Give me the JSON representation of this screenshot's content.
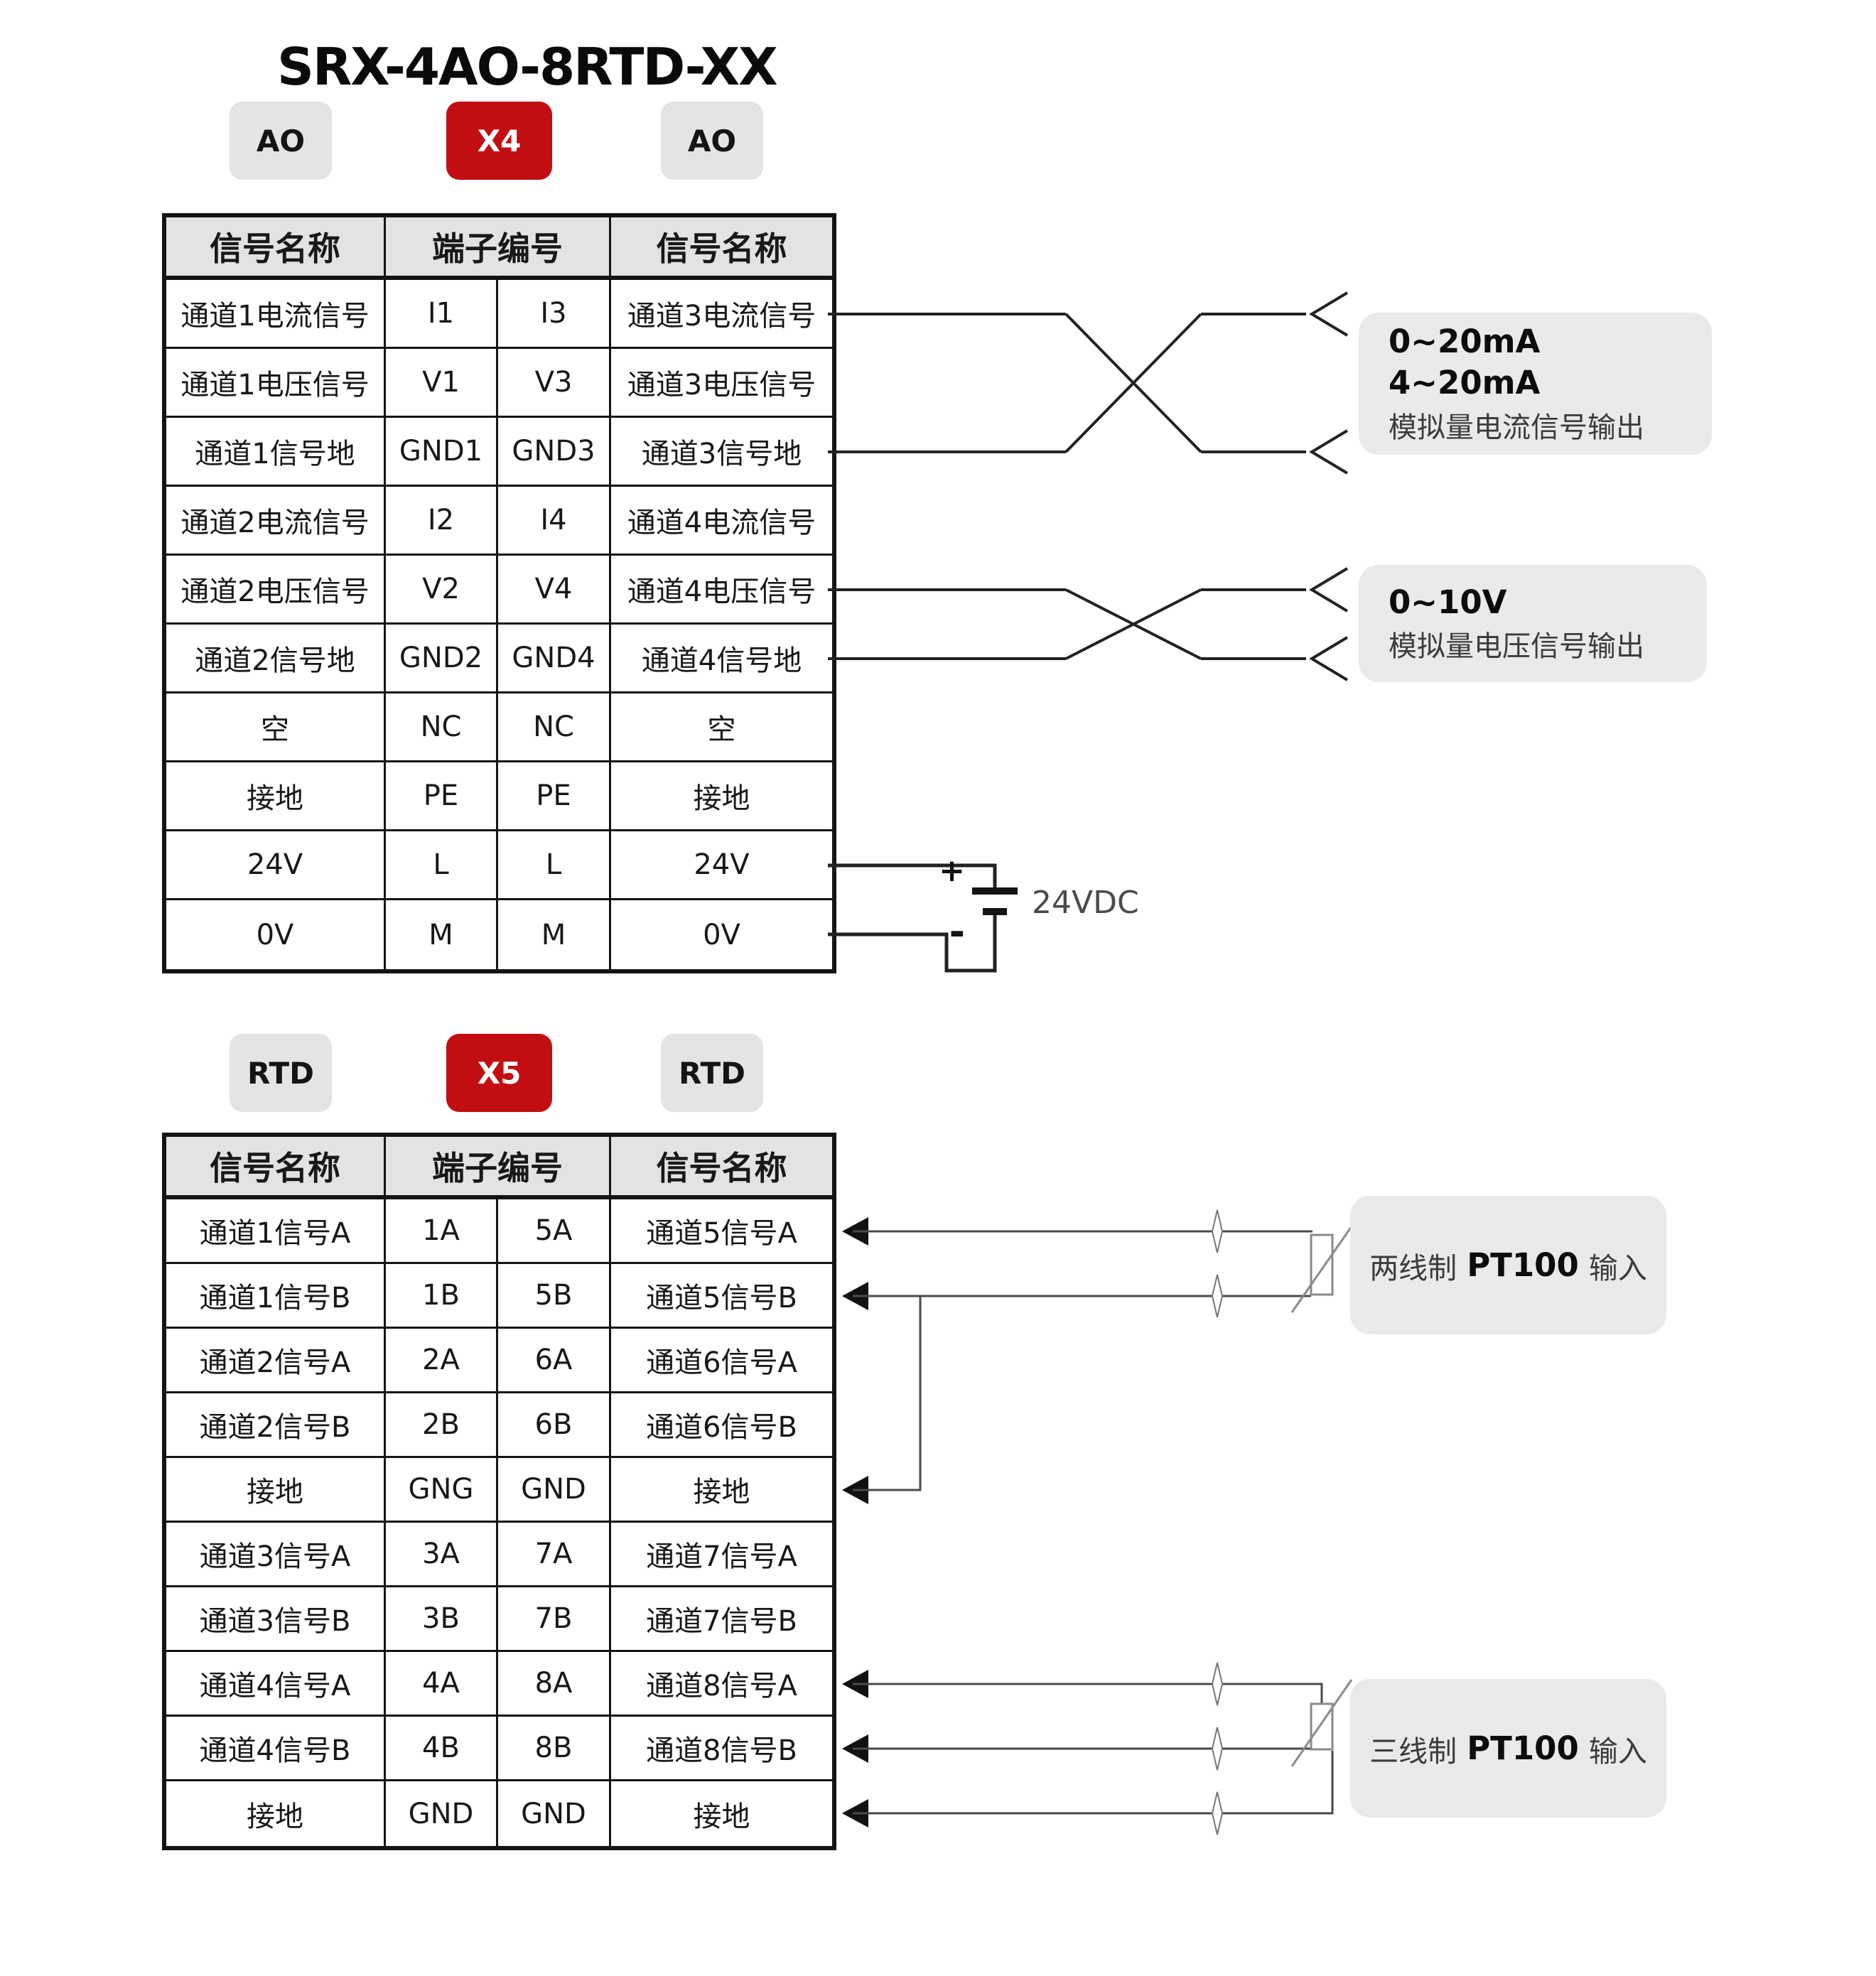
{
  "title": "SRX-4AO-8RTD-XX",
  "colors": {
    "badge_red": "#c20e12",
    "badge_gray": "#e4e4e4",
    "header_gray": "#e3e3e3",
    "note_gray": "#eaeaea",
    "wire_black": "#222222",
    "wire_gray": "#4a4a4a"
  },
  "ao": {
    "badges": [
      "AO",
      "X4",
      "AO"
    ],
    "table": {
      "headers": [
        "信号名称",
        "端子编号",
        "信号名称"
      ],
      "rows": [
        [
          "通道1电流信号",
          "I1",
          "I3",
          "通道3电流信号"
        ],
        [
          "通道1电压信号",
          "V1",
          "V3",
          "通道3电压信号"
        ],
        [
          "通道1信号地",
          "GND1",
          "GND3",
          "通道3信号地"
        ],
        [
          "通道2电流信号",
          "I2",
          "I4",
          "通道4电流信号"
        ],
        [
          "通道2电压信号",
          "V2",
          "V4",
          "通道4电压信号"
        ],
        [
          "通道2信号地",
          "GND2",
          "GND4",
          "通道4信号地"
        ],
        [
          "空",
          "NC",
          "NC",
          "空"
        ],
        [
          "接地",
          "PE",
          "PE",
          "接地"
        ],
        [
          "24V",
          "L",
          "L",
          "24V"
        ],
        [
          "0V",
          "M",
          "M",
          "0V"
        ]
      ]
    },
    "current_note": {
      "range1": "0~20mA",
      "range2": "4~20mA",
      "desc": "模拟量电流信号输出"
    },
    "voltage_note": {
      "range1": "0~10V",
      "desc": "模拟量电压信号输出"
    },
    "battery": {
      "plus": "+",
      "minus": "-",
      "label": "24VDC"
    }
  },
  "rtd": {
    "badges": [
      "RTD",
      "X5",
      "RTD"
    ],
    "table": {
      "headers": [
        "信号名称",
        "端子编号",
        "信号名称"
      ],
      "rows": [
        [
          "通道1信号A",
          "1A",
          "5A",
          "通道5信号A"
        ],
        [
          "通道1信号B",
          "1B",
          "5B",
          "通道5信号B"
        ],
        [
          "通道2信号A",
          "2A",
          "6A",
          "通道6信号A"
        ],
        [
          "通道2信号B",
          "2B",
          "6B",
          "通道6信号B"
        ],
        [
          "接地",
          "GNG",
          "GND",
          "接地"
        ],
        [
          "通道3信号A",
          "3A",
          "7A",
          "通道7信号A"
        ],
        [
          "通道3信号B",
          "3B",
          "7B",
          "通道7信号B"
        ],
        [
          "通道4信号A",
          "4A",
          "8A",
          "通道8信号A"
        ],
        [
          "通道4信号B",
          "4B",
          "8B",
          "通道8信号B"
        ],
        [
          "接地",
          "GND",
          "GND",
          "接地"
        ]
      ]
    },
    "two_wire_note": {
      "prefix": "两线制",
      "bold": "PT100",
      "suffix": "输入"
    },
    "three_wire_note": {
      "prefix": "三线制",
      "bold": "PT100",
      "suffix": "输入"
    }
  }
}
